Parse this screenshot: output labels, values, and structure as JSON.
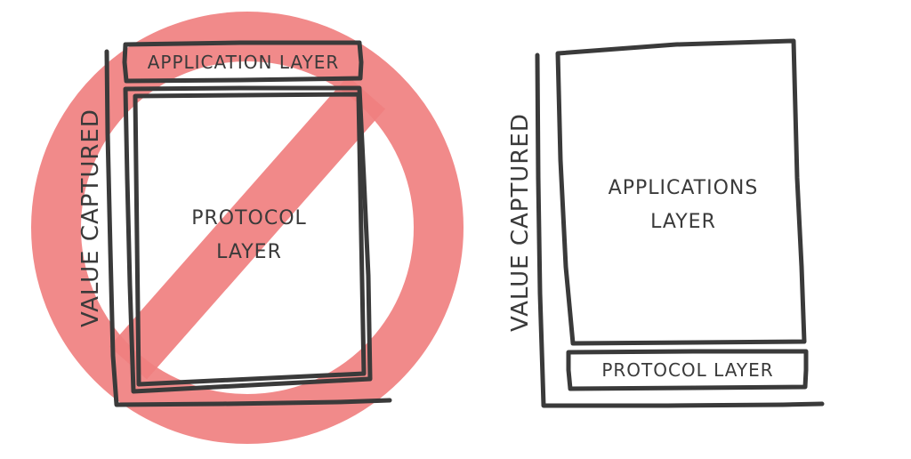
{
  "left_diagram": {
    "y_axis_label": "VALUE CAPTURED",
    "top_layer": "APPLICATION LAYER",
    "main_layer_line1": "PROTOCOL",
    "main_layer_line2": "LAYER",
    "prohibited_symbol_color": "#f08080"
  },
  "right_diagram": {
    "y_axis_label": "VALUE CAPTURED",
    "main_layer_line1": "APPLICATIONS",
    "main_layer_line2": "LAYER",
    "bottom_layer": "PROTOCOL LAYER"
  },
  "colors": {
    "ink": "#3a3a3a",
    "background": "#ffffff"
  }
}
